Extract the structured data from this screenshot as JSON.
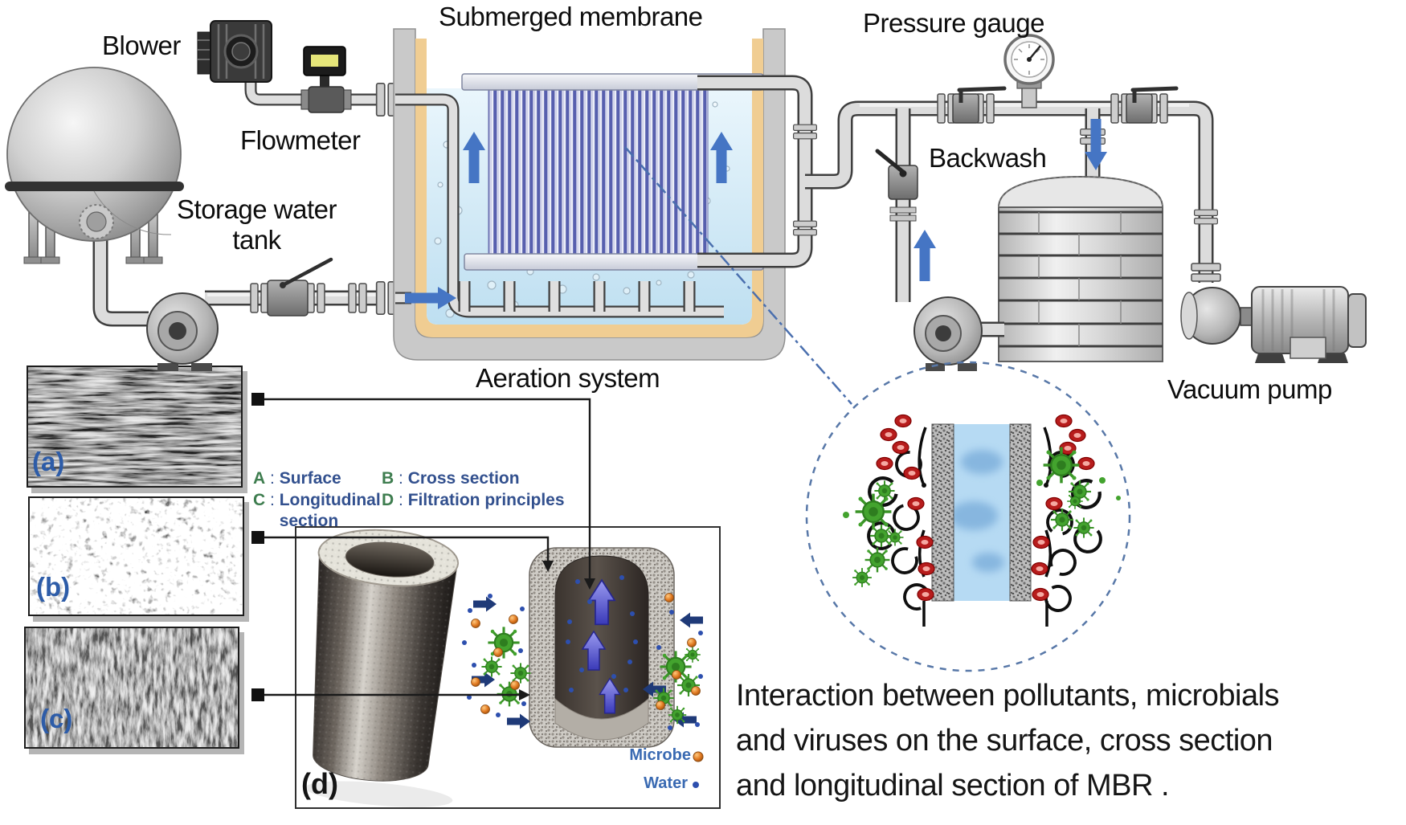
{
  "title": "Submerged membrane bioreactor (MBR) system diagram",
  "labels": {
    "submerged_membrane": "Submerged membrane",
    "blower": "Blower",
    "flowmeter": "Flowmeter",
    "storage_tank_line1": "Storage water",
    "storage_tank_line2": "tank",
    "aeration_system": "Aeration system",
    "pressure_gauge": "Pressure gauge",
    "backwash": "Backwash",
    "vacuum_pump": "Vacuum pump"
  },
  "sem_panels": {
    "a_label": "(a)",
    "b_label": "(b)",
    "c_label": "(c)",
    "d_label": "(d)"
  },
  "legend": {
    "items": [
      {
        "letter": "A",
        "colon": " : ",
        "label": "Surface"
      },
      {
        "letter": "B",
        "colon": " : ",
        "label": "Cross section"
      },
      {
        "letter": "C",
        "colon": " : ",
        "label": "Longitudinal section"
      },
      {
        "letter": "D",
        "colon": " : ",
        "label": "Filtration principles"
      }
    ]
  },
  "d_panel_legend": {
    "microbe": "Microbe",
    "water": "Water"
  },
  "caption": {
    "line1": "Interaction between pollutants, microbials",
    "line2": "and viruses  on the surface, cross section",
    "line3": "and longitudinal  section of MBR ."
  },
  "colors": {
    "arrow_blue": "#4575c4",
    "membrane_stripe": "#575fae",
    "tank_liner_orange": "#f0cd92",
    "tank_shell_gray": "#c9c9c9",
    "water_blue": "#cfe7f6",
    "legend_letter_green": "#3e7d4f",
    "legend_text_blue": "#32508e",
    "panel_label_blue": "#2d5ca8",
    "microbe_orange": "#e07820",
    "virus_green": "#43a32e",
    "pollutant_red": "#b71c1c",
    "inset_dash_blue": "#5878a8",
    "pipe_gray": "#dcdcdc"
  }
}
